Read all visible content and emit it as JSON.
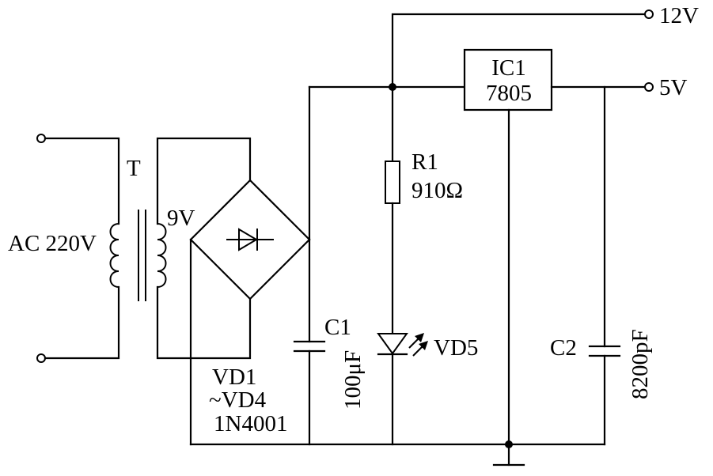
{
  "schematic": {
    "transformer": {
      "ref": "T",
      "primary": "AC 220V",
      "secondary": "9V"
    },
    "bridge": {
      "ref": "VD1",
      "ref_range": "~VD4",
      "part": "1N4001"
    },
    "capacitor_c1": {
      "ref": "C1",
      "value": "100μF"
    },
    "resistor_r1": {
      "ref": "R1",
      "value": "910Ω"
    },
    "led_vd5": {
      "ref": "VD5"
    },
    "regulator": {
      "ref": "IC1",
      "part": "7805"
    },
    "capacitor_c2": {
      "ref": "C2",
      "value": "8200pF"
    },
    "outputs": {
      "out_12v": "12V",
      "out_5v": "5V"
    }
  }
}
